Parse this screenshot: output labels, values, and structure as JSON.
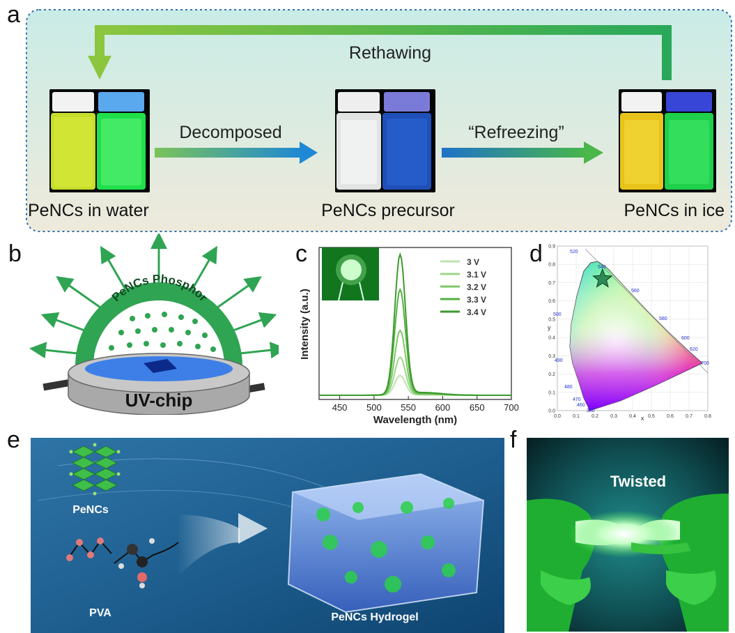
{
  "panels": {
    "a": "a",
    "b": "b",
    "c": "c",
    "d": "d",
    "e": "e",
    "f": "f"
  },
  "panel_a": {
    "cycle_label": "Rethawing",
    "arrow1_label": "Decomposed",
    "arrow2_label": "“Refreezing”",
    "captions": [
      "PeNCs in water",
      "PeNCs precursor",
      "PeNCs in ice"
    ]
  },
  "panel_b": {
    "dome_label": "PeNCs Phosphor",
    "chip_label": "UV-chip"
  },
  "panel_c": {
    "chart_data": {
      "type": "line",
      "xlabel": "Wavelength (nm)",
      "ylabel": "Intensity (a.u.)",
      "xlim": [
        420,
        700
      ],
      "xticks": [
        450,
        500,
        550,
        600,
        650,
        700
      ],
      "peak_nm": 538,
      "series": [
        {
          "name": "3 V",
          "peak": 0.14,
          "color": "#bfe3b0"
        },
        {
          "name": "3.1 V",
          "peak": 0.27,
          "color": "#9dd58a"
        },
        {
          "name": "3.2 V",
          "peak": 0.46,
          "color": "#7cc765"
        },
        {
          "name": "3.3 V",
          "peak": 0.75,
          "color": "#55b043"
        },
        {
          "name": "3.4 V",
          "peak": 1.0,
          "color": "#3c9a2c"
        }
      ]
    }
  },
  "panel_d": {
    "chart_data": {
      "type": "scatter",
      "xlabel": "x",
      "ylabel": "y",
      "xlim": [
        0.0,
        0.8
      ],
      "ylim": [
        0.0,
        0.9
      ],
      "xticks": [
        "0.0",
        "0.1",
        "0.2",
        "0.3",
        "0.4",
        "0.5",
        "0.6",
        "0.7",
        "0.8"
      ],
      "yticks": [
        "0.0",
        "0.1",
        "0.2",
        "0.3",
        "0.4",
        "0.5",
        "0.6",
        "0.7",
        "0.8",
        "0.9"
      ],
      "wavelength_labels": [
        "380",
        "460",
        "470",
        "480",
        "490",
        "500",
        "520",
        "540",
        "560",
        "580",
        "600",
        "620",
        "700"
      ],
      "point": {
        "x": 0.24,
        "y": 0.72,
        "marker": "star",
        "color": "#2e8b57"
      }
    }
  },
  "panel_e": {
    "labels": [
      "PeNCs",
      "PVA",
      "PeNCs Hydrogel"
    ]
  },
  "panel_f": {
    "label": "Twisted"
  }
}
